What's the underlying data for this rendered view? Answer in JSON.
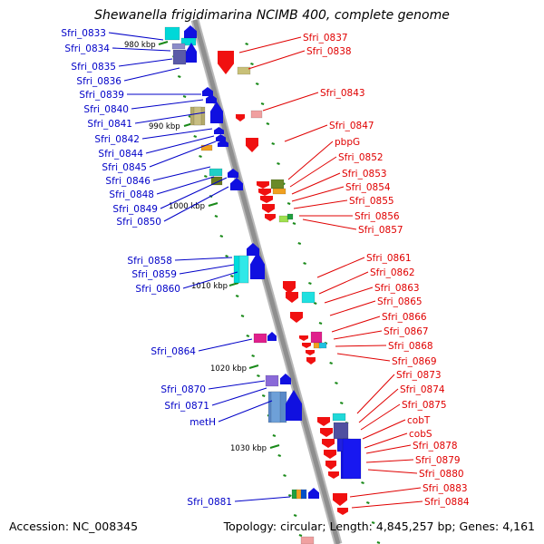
{
  "title": "Shewanella frigidimarina NCIMB 400, complete genome",
  "footer": {
    "accession": "Accession: NC_008345",
    "summary": "Topology: circular; Length: 4,845,257 bp; Genes: 4,161"
  },
  "colors": {
    "forward_label": "#0000c8",
    "reverse_label": "#e00000",
    "backbone": "#8f8f8f",
    "tick": "#1a8a1a"
  },
  "kbp_marks": [
    {
      "label": "980 kbp"
    },
    {
      "label": "990 kbp"
    },
    {
      "label": "1000 kbp"
    },
    {
      "label": "1010 kbp"
    },
    {
      "label": "1020 kbp"
    },
    {
      "label": "1030 kbp"
    }
  ],
  "forward_genes": [
    {
      "label": "Sfri_0833"
    },
    {
      "label": "Sfri_0834"
    },
    {
      "label": "Sfri_0835"
    },
    {
      "label": "Sfri_0836"
    },
    {
      "label": "Sfri_0839"
    },
    {
      "label": "Sfri_0840"
    },
    {
      "label": "Sfri_0841"
    },
    {
      "label": "Sfri_0842"
    },
    {
      "label": "Sfri_0844"
    },
    {
      "label": "Sfri_0845"
    },
    {
      "label": "Sfri_0846"
    },
    {
      "label": "Sfri_0848"
    },
    {
      "label": "Sfri_0849"
    },
    {
      "label": "Sfri_0850"
    },
    {
      "label": "Sfri_0858"
    },
    {
      "label": "Sfri_0859"
    },
    {
      "label": "Sfri_0860"
    },
    {
      "label": "Sfri_0864"
    },
    {
      "label": "Sfri_0870"
    },
    {
      "label": "Sfri_0871"
    },
    {
      "label": "metH"
    },
    {
      "label": "Sfri_0881"
    }
  ],
  "reverse_genes": [
    {
      "label": "Sfri_0837"
    },
    {
      "label": "Sfri_0838"
    },
    {
      "label": "Sfri_0843"
    },
    {
      "label": "Sfri_0847"
    },
    {
      "label": "pbpG"
    },
    {
      "label": "Sfri_0852"
    },
    {
      "label": "Sfri_0853"
    },
    {
      "label": "Sfri_0854"
    },
    {
      "label": "Sfri_0855"
    },
    {
      "label": "Sfri_0856"
    },
    {
      "label": "Sfri_0857"
    },
    {
      "label": "Sfri_0861"
    },
    {
      "label": "Sfri_0862"
    },
    {
      "label": "Sfri_0863"
    },
    {
      "label": "Sfri_0865"
    },
    {
      "label": "Sfri_0866"
    },
    {
      "label": "Sfri_0867"
    },
    {
      "label": "Sfri_0868"
    },
    {
      "label": "Sfri_0869"
    },
    {
      "label": "Sfri_0873"
    },
    {
      "label": "Sfri_0874"
    },
    {
      "label": "Sfri_0875"
    },
    {
      "label": "cobT"
    },
    {
      "label": "cobS"
    },
    {
      "label": "Sfri_0878"
    },
    {
      "label": "Sfri_0879"
    },
    {
      "label": "Sfri_0880"
    },
    {
      "label": "Sfri_0883"
    },
    {
      "label": "Sfri_0884"
    }
  ]
}
